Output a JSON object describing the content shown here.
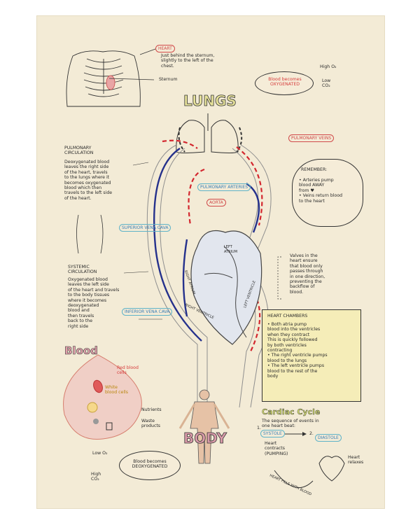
{
  "lungs_title": "LUNGS",
  "body_title": "BODY",
  "blood_title": "Blood",
  "heart_label": "HEART",
  "heart_note": "Just behind the sternum,\nslightly to the left of the\nchest.",
  "sternum_label": "Sternum",
  "oxygenated_bubble": "Blood becomes\nOXYGENATED",
  "high_o2": "High O₂",
  "low_co2": "Low\nCO₂",
  "pulmonary_veins": "PULMONARY\nVEINS",
  "pulmonary_circulation_title": "PULMONARY\nCIRCULATION",
  "pulmonary_circulation_text": "Deoxygenated blood\nleaves the right side\nof the heart, travels\nto the lungs where it\nbecomes oxygenated\nblood which then\ntravels to the left side\nof the heart.",
  "remember_title": "REMEMBER:",
  "remember_text": "• Arteries pump\n  blood AWAY\n  from ♥\n• Veins return blood\n  to the heart",
  "pulmonary_arteries": "PULMONARY\nARTERIES",
  "aorta": "AORTA",
  "superior_vena_cava": "SUPERIOR\nVENA\nCAVA",
  "inferior_vena_cava": "INFERIOR\nVENA\nCAVA",
  "left_atrium": "LEFT\nATRIUM",
  "right_atrium": "RIGHT ATRIUM",
  "right_ventricle": "RIGHT VENTRICLE",
  "left_ventricle": "LEFT VENTRICLE",
  "valves_note": "Valves in the\nheart ensure\nthat blood only\npasses through\nin one direction,\npreventing the\nbackflow of\nblood.",
  "systemic_title": "SYSTEMIC\nCIRCULATION",
  "systemic_text": "Oxygenated blood\nleaves the left side\nof the heart and travels\nto the body tissues\nwhere it becomes\ndeoxygenated\nblood and\nthen travels\nback to the\nright side",
  "heart_chambers_title": "HEART CHAMBERS",
  "heart_chambers_text": "• Both atria pump\n  blood into the ventricles\n  when they contract\n  This is quickly followed\n  by both ventricles\n  contracting\n• The right ventricle pumps\n  blood to the lungs\n• The left ventricle pumps\n  blood to the rest of the\n  body",
  "red_cells": "Red blood\ncells",
  "white_cells": "White\nblood cells",
  "nutrients": "Nutrients",
  "waste": "Waste\nproducts",
  "cardiac_title": "Cardiac Cycle",
  "cardiac_text": "The sequence of events in\none heart beat:",
  "systole": "SYSTOLE",
  "diastole": "DIASTOLE",
  "heart_contracts": "Heart\ncontracts\n(PUMPING)",
  "heart_relaxes": "Heart\nrelaxes",
  "heart_fills": "HEART FILLS WITH BLOOD",
  "low_o2": "Low O₂",
  "high_co2": "High\nCO₂",
  "deoxygenated_bubble": "Blood becomes\nDEOXYGENATED",
  "step_1": "1.",
  "step_2": "2."
}
